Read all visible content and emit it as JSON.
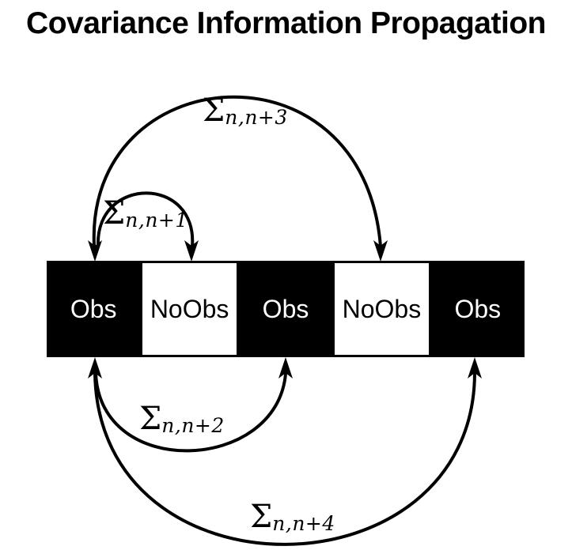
{
  "title": "Covariance Information Propagation",
  "boxes": [
    {
      "label": "Obs",
      "type": "observed"
    },
    {
      "label": "NoObs",
      "type": "unobserved"
    },
    {
      "label": "Obs",
      "type": "observed"
    },
    {
      "label": "NoObs",
      "type": "unobserved"
    },
    {
      "label": "Obs",
      "type": "observed"
    }
  ],
  "covariance_arrows": [
    {
      "sigma": "Σ",
      "subscript": "n,n+1",
      "side": "top",
      "from_box_index": 0,
      "to_box_index": 1
    },
    {
      "sigma": "Σ",
      "subscript": "n,n+3",
      "side": "top",
      "from_box_index": 0,
      "to_box_index": 3
    },
    {
      "sigma": "Σ",
      "subscript": "n,n+2",
      "side": "bottom",
      "from_box_index": 0,
      "to_box_index": 2
    },
    {
      "sigma": "Σ",
      "subscript": "n,n+4",
      "side": "bottom",
      "from_box_index": 0,
      "to_box_index": 4
    }
  ],
  "colors": {
    "background": "#ffffff",
    "box_observed_fill": "#000000",
    "box_unobserved_fill": "#ffffff",
    "text_on_observed": "#ffffff",
    "text_on_unobserved": "#000000",
    "arrow": "#000000",
    "title_text": "#000000"
  }
}
